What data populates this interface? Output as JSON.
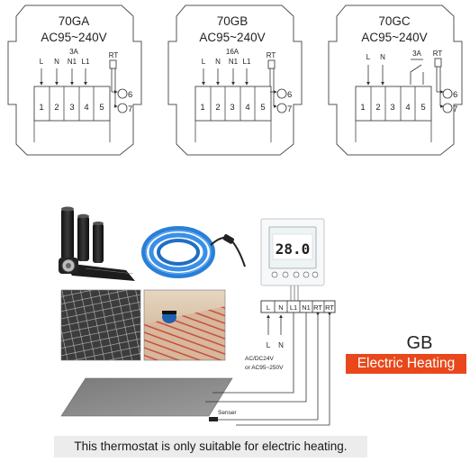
{
  "modules": [
    {
      "model": "70GA",
      "voltage": "AC95~240V",
      "current": "3A",
      "pins": [
        "L",
        "N",
        "N1",
        "L1"
      ],
      "terminals": [
        "1",
        "2",
        "3",
        "4",
        "5"
      ],
      "sensor": "RT",
      "outputs": [
        "6",
        "7"
      ]
    },
    {
      "model": "70GB",
      "voltage": "AC95~240V",
      "current": "16A",
      "pins": [
        "L",
        "N",
        "N1",
        "L1"
      ],
      "terminals": [
        "1",
        "2",
        "3",
        "4",
        "5"
      ],
      "sensor": "RT",
      "outputs": [
        "6",
        "7"
      ]
    },
    {
      "model": "70GC",
      "voltage": "AC95~240V",
      "current": "3A",
      "pins": [
        "L",
        "N"
      ],
      "terminals": [
        "1",
        "2",
        "3",
        "4",
        "5"
      ],
      "sensor": "RT",
      "outputs": [
        "6",
        "7"
      ]
    }
  ],
  "thermostat": {
    "display": "28.0"
  },
  "wiring": {
    "terminals": [
      "L",
      "N",
      "L1",
      "N1",
      "RT",
      "RT"
    ],
    "supply_labels": [
      "L",
      "N"
    ],
    "supply_note_1": "AC/DC24V",
    "supply_note_2": "or AC95~250V",
    "sensor_label": "Senser"
  },
  "gb_label": "GB",
  "badge": {
    "text": "Electric Heating",
    "color": "#e8481c"
  },
  "caption": "This thermostat is only suitable for electric heating."
}
